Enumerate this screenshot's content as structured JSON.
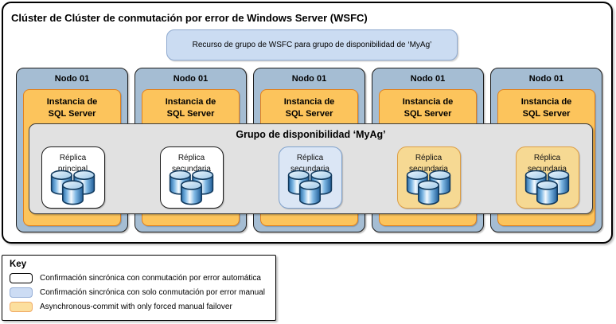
{
  "diagram": {
    "title": "Clúster de Clúster de conmutación por error de Windows Server (WSFC)",
    "resource_box_label": "Recurso de grupo de WSFC para grupo de disponibilidad de ‘MyAg’",
    "availability_group_label": "Grupo de disponibilidad ‘MyAg’",
    "nodes": [
      {
        "label": "Nodo 01",
        "instance": [
          "Instancia de",
          "SQL Server"
        ],
        "replica": {
          "line1": "Réplica",
          "line2": "principal",
          "commit_type": "sync-auto"
        }
      },
      {
        "label": "Nodo 01",
        "instance": [
          "Instancia de",
          "SQL Server"
        ],
        "replica": {
          "line1": "Réplica",
          "line2": "secundaria",
          "commit_type": "sync-auto"
        }
      },
      {
        "label": "Nodo 01",
        "instance": [
          "Instancia de",
          "SQL Server"
        ],
        "replica": {
          "line1": "Réplica",
          "line2": "secundaria",
          "commit_type": "sync-manual"
        }
      },
      {
        "label": "Nodo 01",
        "instance": [
          "Instancia de",
          "SQL Server"
        ],
        "replica": {
          "line1": "Réplica",
          "line2": "secundaria",
          "commit_type": "async"
        }
      },
      {
        "label": "Nodo 01",
        "instance": [
          "Instancia de",
          "SQL Server"
        ],
        "replica": {
          "line1": "Réplica",
          "line2": "secundaria",
          "commit_type": "async"
        }
      }
    ]
  },
  "key": {
    "title": "Key",
    "items": [
      {
        "type": "sync-auto",
        "label": "Confirmación sincrónica con conmutación por error automática"
      },
      {
        "type": "sync-manual",
        "label": "Confirmación sincrónica con solo conmutación por error manual"
      },
      {
        "type": "async",
        "label": "Asynchronous-commit with only forced manual failover"
      }
    ]
  },
  "colors": {
    "node_fill": "#a5bdd3",
    "node_border": "#1c1c1c",
    "instance_fill": "#fcc45c",
    "instance_border": "#e2811c",
    "resource_fill": "#cbdcf2",
    "resource_border": "#8ea9cf",
    "band_fill": "#e1e1e1",
    "replica_sync_auto_fill": "#ffffff",
    "replica_sync_manual_fill": "#dbe6f5",
    "replica_sync_manual_border": "#7fa2cd",
    "replica_async_fill": "#f6d993",
    "replica_async_border": "#dd9e44"
  }
}
